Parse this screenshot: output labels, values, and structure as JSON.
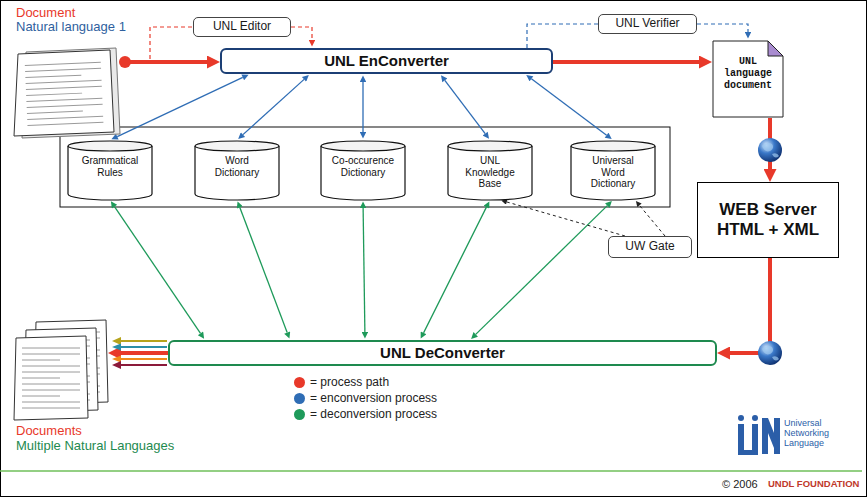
{
  "diagram": {
    "nodes": [
      {
        "text": [
          "Document",
          "Natural language 1"
        ]
      },
      {
        "text": [
          "UNL Editor"
        ]
      },
      {
        "text": [
          "UNL EnConverter"
        ]
      },
      {
        "text": [
          "UNL Verifier"
        ]
      },
      {
        "text": [
          "UNL language document"
        ]
      },
      {
        "text": [
          "Grammatical Rules"
        ]
      },
      {
        "text": [
          "Word Dictionary"
        ]
      },
      {
        "text": [
          "Co-occurence Dictionary"
        ]
      },
      {
        "text": [
          "UNL Knowledge Base"
        ]
      },
      {
        "text": [
          "Universal Word Dictionary"
        ]
      },
      {
        "text": [
          "WEB Server HTML + XML"
        ]
      },
      {
        "text": [
          "UW Gate"
        ]
      },
      {
        "text": [
          "UNL DeConverter"
        ]
      },
      {
        "text": [
          "Documents",
          "Multiple Natural Languages"
        ]
      }
    ],
    "edges": [
      {
        "from": 0,
        "to": 2,
        "arrow": "to"
      },
      {
        "from": 0,
        "to": 1,
        "arrow": "none"
      },
      {
        "from": 1,
        "to": 2,
        "arrow": "to"
      },
      {
        "from": 2,
        "to": 4,
        "arrow": "to"
      },
      {
        "from": 2,
        "to": 3,
        "arrow": "none"
      },
      {
        "from": 3,
        "to": 4,
        "arrow": "to"
      },
      {
        "from": 4,
        "to": 10,
        "arrow": "to"
      },
      {
        "from": 10,
        "to": 12,
        "arrow": "to"
      },
      {
        "from": 2,
        "to": 5,
        "arrow": "both"
      },
      {
        "from": 2,
        "to": 6,
        "arrow": "both"
      },
      {
        "from": 2,
        "to": 7,
        "arrow": "both"
      },
      {
        "from": 2,
        "to": 8,
        "arrow": "both"
      },
      {
        "from": 2,
        "to": 9,
        "arrow": "both"
      },
      {
        "from": 5,
        "to": 12,
        "arrow": "both"
      },
      {
        "from": 6,
        "to": 12,
        "arrow": "both"
      },
      {
        "from": 7,
        "to": 12,
        "arrow": "both"
      },
      {
        "from": 8,
        "to": 12,
        "arrow": "both"
      },
      {
        "from": 9,
        "to": 12,
        "arrow": "both"
      },
      {
        "from": 11,
        "to": 8,
        "arrow": "to"
      },
      {
        "from": 11,
        "to": 9,
        "arrow": "to"
      },
      {
        "from": 12,
        "to": 13,
        "arrow": "to"
      }
    ],
    "labels": [
      "Universal Networking Language",
      "© 2006",
      "UNDL FOUNDATION"
    ],
    "legend": [
      {
        "text": "= process path",
        "color": "#e8392a"
      },
      {
        "text": "= enconversion process",
        "color": "#2f6db5"
      },
      {
        "text": "= deconversion process",
        "color": "#1e9a5a"
      }
    ]
  }
}
